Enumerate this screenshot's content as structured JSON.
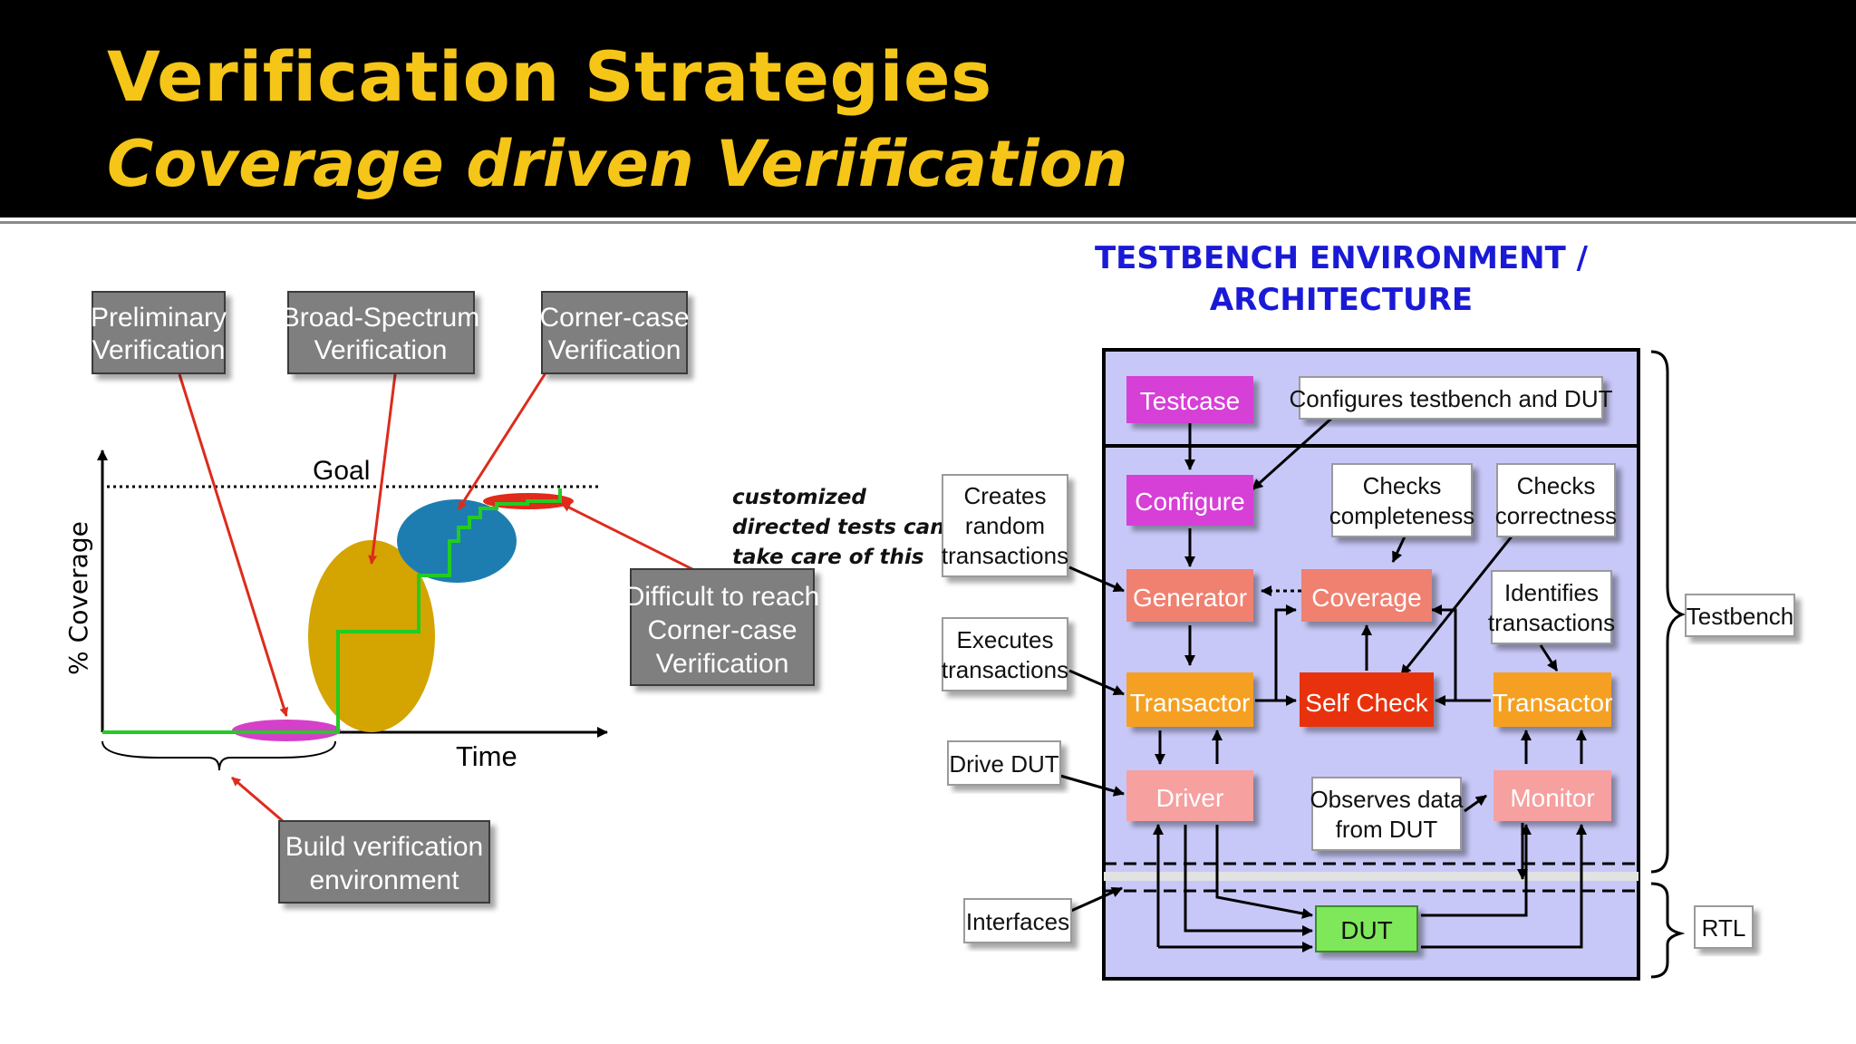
{
  "title": "Verification Strategies",
  "subtitle": "Coverage driven Verification",
  "coverage_chart": {
    "phase_boxes": [
      {
        "line1": "Preliminary",
        "line2": "Verification"
      },
      {
        "line1": "Broad-Spectrum",
        "line2": "Verification"
      },
      {
        "line1": "Corner-case",
        "line2": "Verification"
      }
    ],
    "goal_label": "Goal",
    "y_axis_label": "% Coverage",
    "x_axis_label": "Time",
    "annotation": {
      "line1": "customized",
      "line2": "directed tests can",
      "line3": "take care of this"
    },
    "difficult_box": {
      "line1": "Difficult to reach",
      "line2": "Corner-case",
      "line3": "Verification"
    },
    "build_box": {
      "line1": "Build verification",
      "line2": "environment"
    },
    "colors": {
      "preliminary": "#d63fc9",
      "broad": "#d4a400",
      "corner": "#1e7db0",
      "difficult": "#e02a1a",
      "coverage_line": "#22cc22",
      "arrows": "#dd2b1c"
    }
  },
  "testbench": {
    "heading_line1": "TESTBENCH ENVIRONMENT /",
    "heading_line2": "ARCHITECTURE",
    "blocks": {
      "testcase": "Testcase",
      "configure": "Configure",
      "generator": "Generator",
      "coverage": "Coverage",
      "transactor_left": "Transactor",
      "self_check": "Self Check",
      "transactor_right": "Transactor",
      "driver": "Driver",
      "monitor": "Monitor",
      "dut": "DUT"
    },
    "notes": {
      "configures": "Configures testbench and DUT",
      "creates": {
        "line1": "Creates",
        "line2": "random",
        "line3": "transactions"
      },
      "checks_completeness": {
        "line1": "Checks",
        "line2": "completeness"
      },
      "checks_correctness": {
        "line1": "Checks",
        "line2": "correctness"
      },
      "identifies": {
        "line1": "Identifies",
        "line2": "transactions"
      },
      "executes": {
        "line1": "Executes",
        "line2": "transactions"
      },
      "drive_dut": "Drive DUT",
      "observes": {
        "line1": "Observes data",
        "line2": "from DUT"
      },
      "interfaces": "Interfaces"
    },
    "side_labels": {
      "testbench": "Testbench",
      "rtl": "RTL"
    },
    "colors": {
      "panel": "#c8c8f8",
      "magenta": "#d63fd6",
      "salmon": "#f08070",
      "orange": "#f5a020",
      "red": "#e83010",
      "pink": "#f6a0a0",
      "green": "#7ee85a"
    }
  }
}
